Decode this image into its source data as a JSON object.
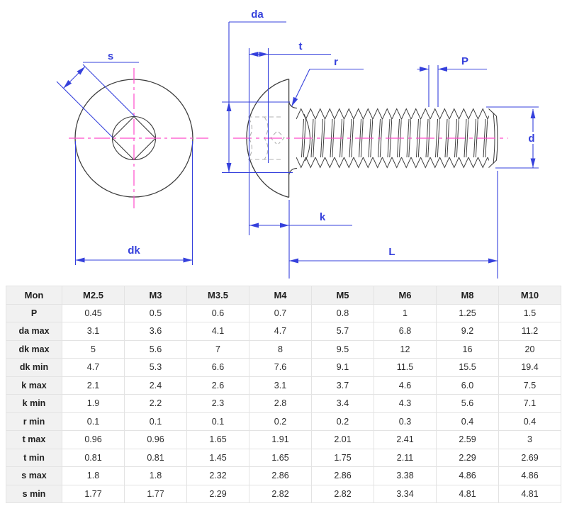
{
  "diagram": {
    "labels": {
      "s": "s",
      "dk": "dk",
      "da": "da",
      "t": "t",
      "r": "r",
      "P": "P",
      "d": "d",
      "k": "k",
      "L": "L"
    },
    "colors": {
      "dimension_blue": "#3540dc",
      "centerline_magenta": "#ff4ccb",
      "outline_dark": "#3c3c3c",
      "hidden_gray": "#b0b0b0"
    }
  },
  "table": {
    "columns": [
      "Mon",
      "M2.5",
      "M3",
      "M3.5",
      "M4",
      "M5",
      "M6",
      "M8",
      "M10"
    ],
    "rows": [
      {
        "label": "P",
        "values": [
          "0.45",
          "0.5",
          "0.6",
          "0.7",
          "0.8",
          "1",
          "1.25",
          "1.5"
        ]
      },
      {
        "label": "da max",
        "values": [
          "3.1",
          "3.6",
          "4.1",
          "4.7",
          "5.7",
          "6.8",
          "9.2",
          "11.2"
        ]
      },
      {
        "label": "dk max",
        "values": [
          "5",
          "5.6",
          "7",
          "8",
          "9.5",
          "12",
          "16",
          "20"
        ]
      },
      {
        "label": "dk min",
        "values": [
          "4.7",
          "5.3",
          "6.6",
          "7.6",
          "9.1",
          "11.5",
          "15.5",
          "19.4"
        ]
      },
      {
        "label": "k max",
        "values": [
          "2.1",
          "2.4",
          "2.6",
          "3.1",
          "3.7",
          "4.6",
          "6.0",
          "7.5"
        ]
      },
      {
        "label": "k min",
        "values": [
          "1.9",
          "2.2",
          "2.3",
          "2.8",
          "3.4",
          "4.3",
          "5.6",
          "7.1"
        ]
      },
      {
        "label": "r min",
        "values": [
          "0.1",
          "0.1",
          "0.1",
          "0.2",
          "0.2",
          "0.3",
          "0.4",
          "0.4"
        ]
      },
      {
        "label": "t max",
        "values": [
          "0.96",
          "0.96",
          "1.65",
          "1.91",
          "2.01",
          "2.41",
          "2.59",
          "3"
        ]
      },
      {
        "label": "t min",
        "values": [
          "0.81",
          "0.81",
          "1.45",
          "1.65",
          "1.75",
          "2.11",
          "2.29",
          "2.69"
        ]
      },
      {
        "label": "s max",
        "values": [
          "1.8",
          "1.8",
          "2.32",
          "2.86",
          "2.86",
          "3.38",
          "4.86",
          "4.86"
        ]
      },
      {
        "label": "s min",
        "values": [
          "1.77",
          "1.77",
          "2.29",
          "2.82",
          "2.82",
          "3.34",
          "4.81",
          "4.81"
        ]
      }
    ]
  }
}
